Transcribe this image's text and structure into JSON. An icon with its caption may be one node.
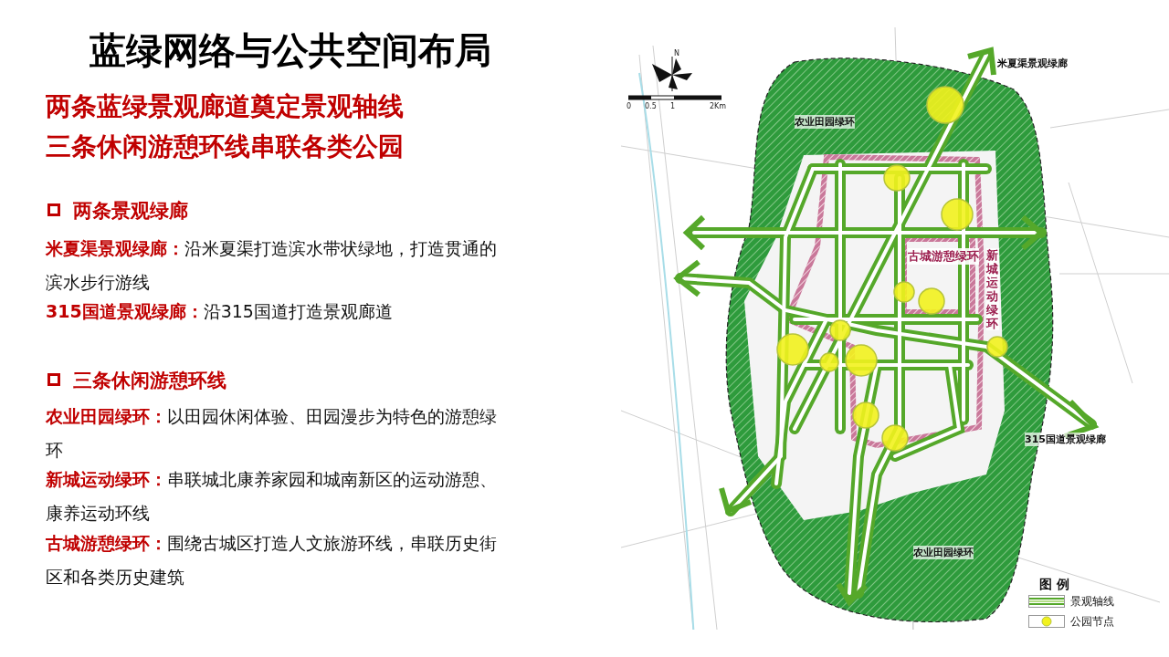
{
  "diagram": {
    "title": "蓝绿网络与公共空间布局",
    "labels": [
      "两条蓝绿景观廊道奠定景观轴线",
      "三条休闲游憩环线串联各类公园",
      "两条景观绿廊",
      "**米夏渠景观绿廊：**沿米夏渠打造滨水带状绿地，打造贯通的滨水步行游线",
      "**315国道景观绿廊：**沿315国道打造景观廊道",
      "三条休闲游憩环线",
      "**农业田园绿环：**以田园休闲体验、田园漫步为特色的游憩绿环",
      "**新城运动绿环：**串联城北康养家园和城南新区的运动游憩、康养运动环线",
      "**古城游憩绿环：**围绕古城区打造人文旅游环线，串联历史街区和各类历史建筑",
      "N",
      "0",
      "0.5",
      "1",
      "2Km",
      "米夏渠景观绿廊",
      "农业田园绿环",
      "古城游憩绿环",
      "新城运动绿环",
      "315国道景观绿廊",
      "农业田园绿环",
      "图 例"
    ],
    "legend": [
      {
        "text": "景观轴线"
      },
      {
        "text": "公园节点"
      }
    ]
  }
}
